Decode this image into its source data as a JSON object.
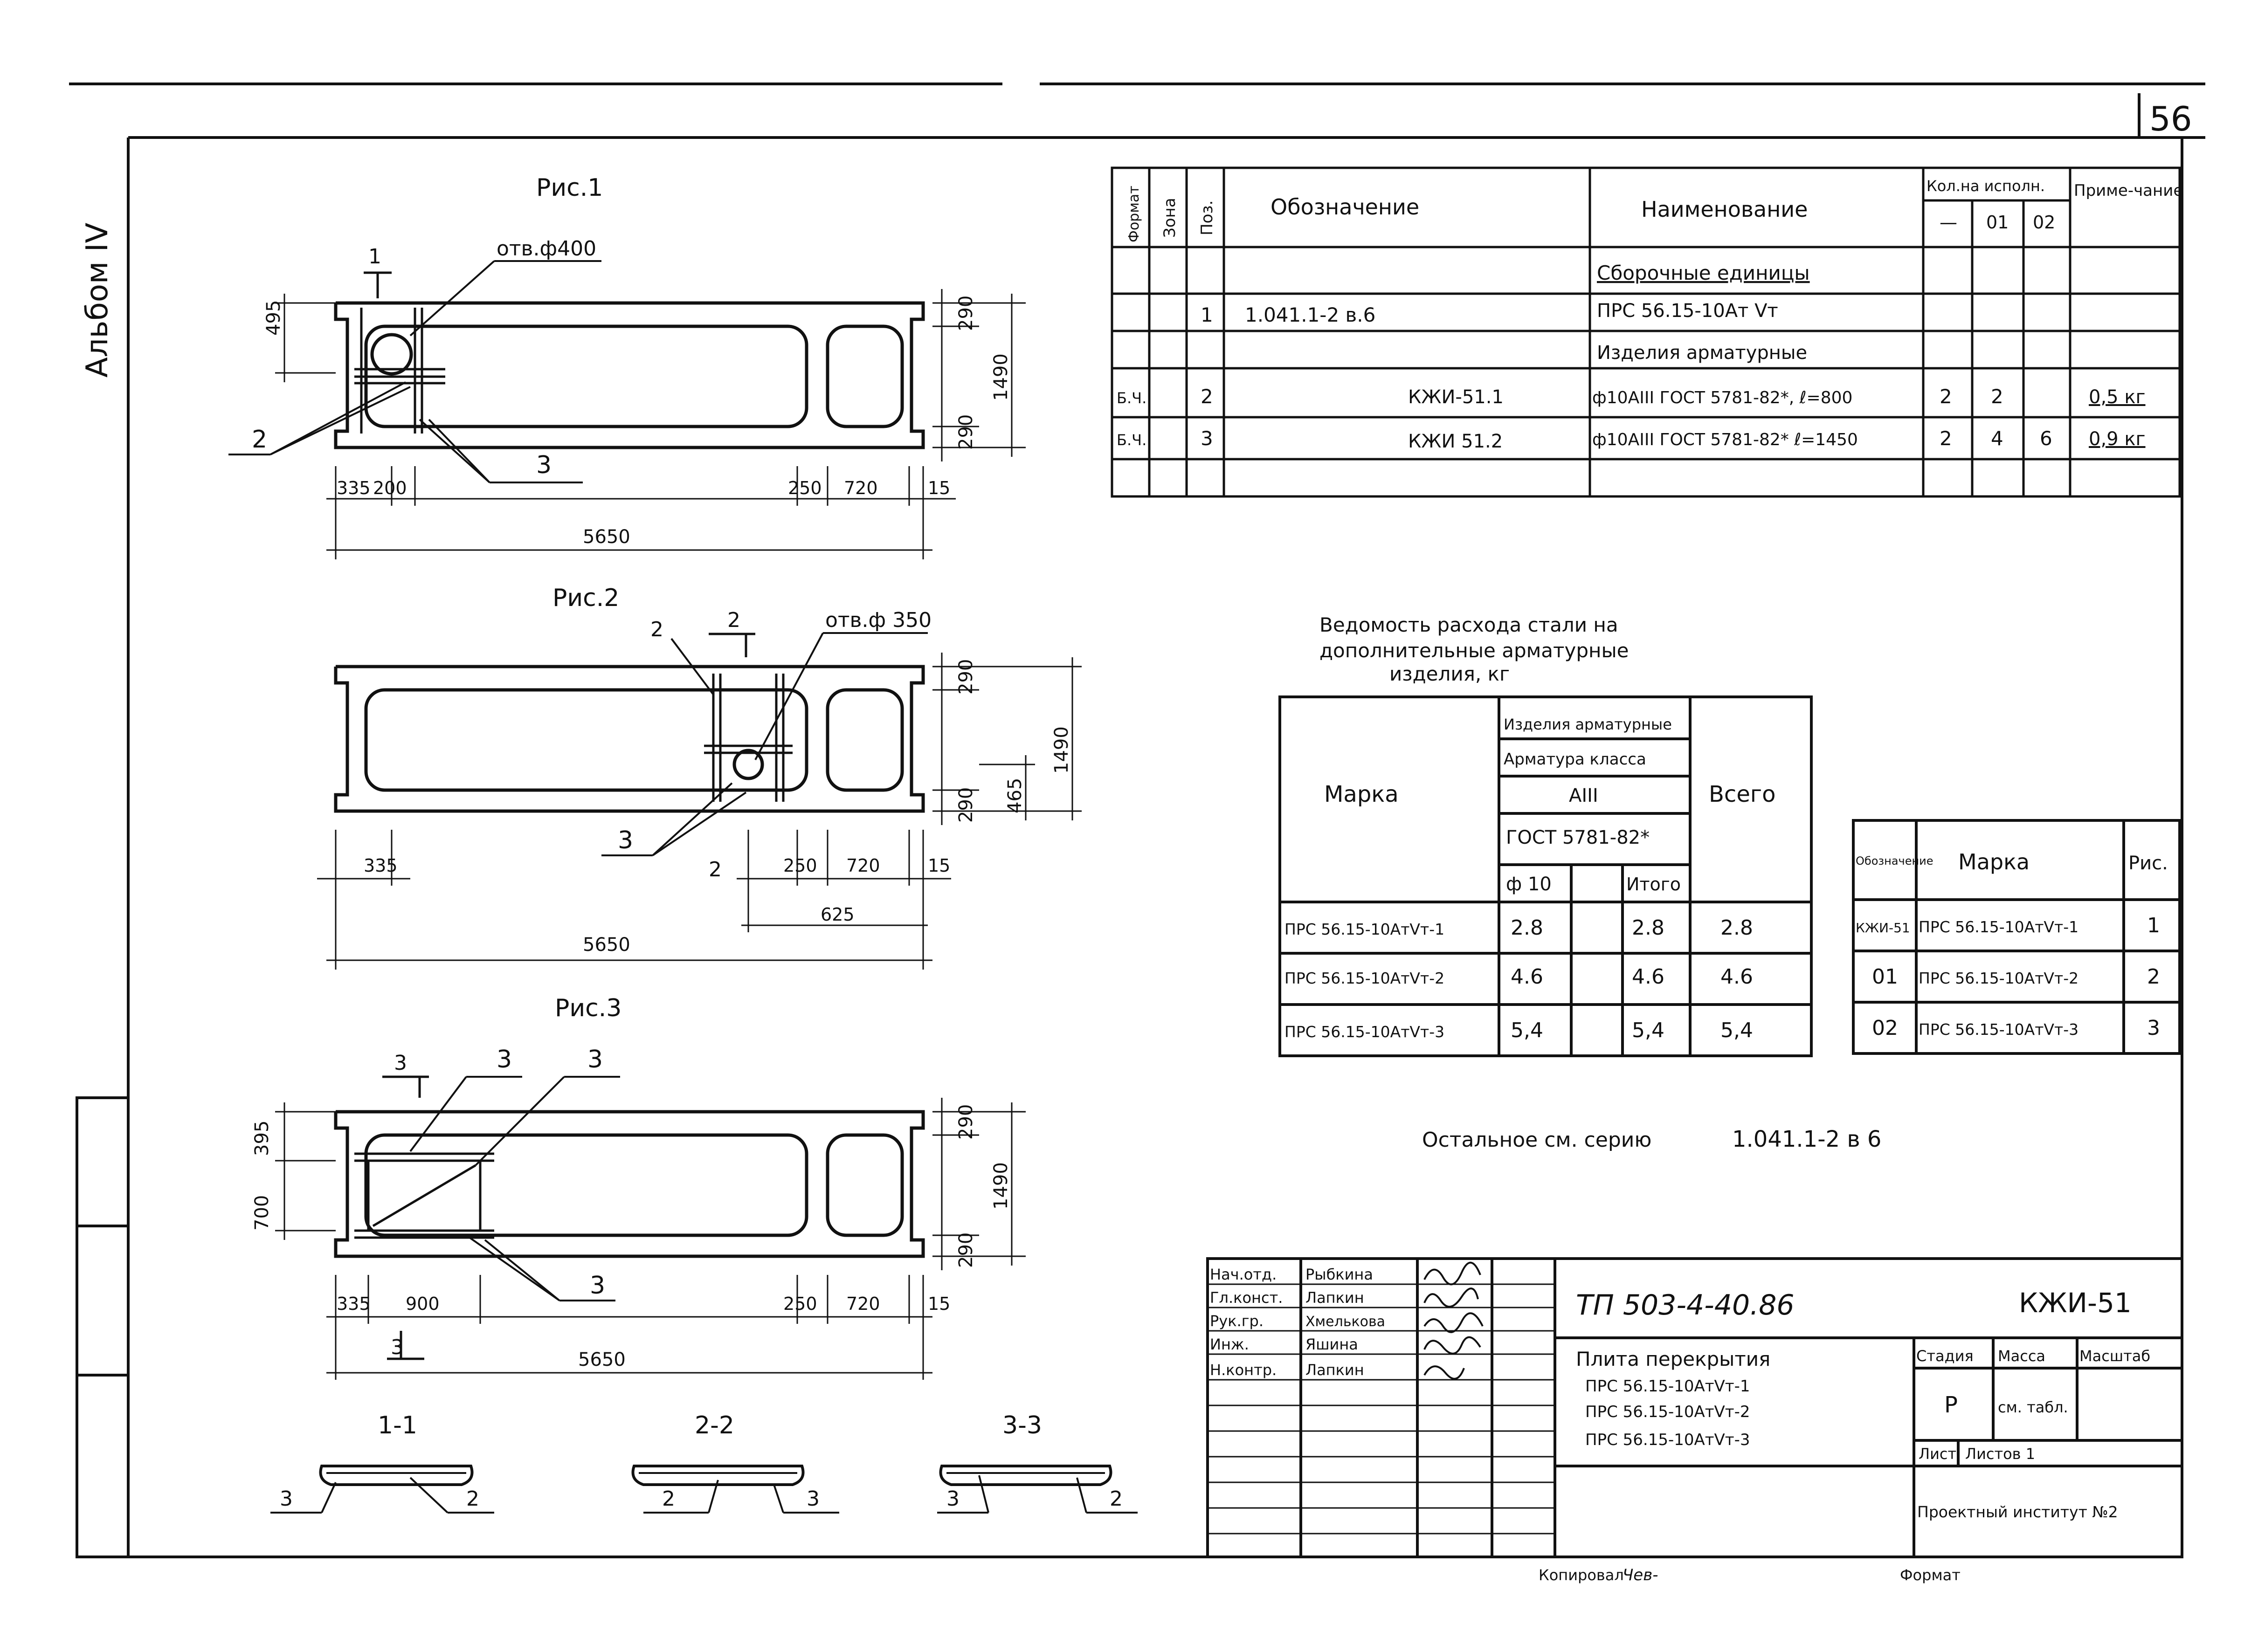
{
  "sheet": {
    "page_number": "56",
    "album_label": "Альбом IV",
    "copied_label": "Копировал",
    "copied_sign": "Чев-",
    "format_label": "Формат"
  },
  "figures": {
    "fig1": {
      "title": "Рис.1",
      "hole_label": "отв.ф400",
      "section_mark": "1",
      "dims": {
        "d495": "495",
        "d290a": "290",
        "d1490": "1490",
        "d290b": "290",
        "d335": "335",
        "d200": "200",
        "d250": "250",
        "d720": "720",
        "d15": "15",
        "d5650": "5650"
      },
      "callouts": {
        "pos2": "2",
        "pos3": "3"
      }
    },
    "fig2": {
      "title": "Рис.2",
      "hole_label": "отв.ф 350",
      "section_mark": "2",
      "dims": {
        "d290a": "290",
        "d1490": "1490",
        "d465": "465",
        "d290b": "290",
        "d335": "335",
        "d250": "250",
        "d720": "720",
        "d15": "15",
        "d625": "625",
        "d5650": "5650"
      },
      "callouts": {
        "pos2a": "2",
        "pos3": "3",
        "pos2b": "2"
      }
    },
    "fig3": {
      "title": "Рис.3",
      "section_mark": "3",
      "dims": {
        "d700": "700",
        "d395": "395",
        "d290a": "290",
        "d1490": "1490",
        "d290b": "290",
        "d335": "335",
        "d900": "900",
        "d250": "250",
        "d720": "720",
        "d15": "15",
        "d5650": "5650"
      },
      "callouts": {
        "pos3a": "3",
        "pos3b": "3",
        "pos3c": "3"
      }
    },
    "sections": [
      {
        "title": "1-1",
        "left_callout": "3",
        "right_callout": "2"
      },
      {
        "title": "2-2",
        "left_callout": "2",
        "right_callout": "3"
      },
      {
        "title": "3-3",
        "left_callout": "3",
        "right_callout": "2"
      }
    ]
  },
  "spec_table": {
    "headers": {
      "format": "Формат",
      "zone": "Зона",
      "pos": "Поз.",
      "designation": "Обозначение",
      "name": "Наименование",
      "qty_group": "Кол.на исполн.",
      "qty_dash": "—",
      "qty_01": "01",
      "qty_02": "02",
      "note": "Приме-чание"
    },
    "rows": [
      {
        "format": "",
        "zone": "",
        "pos": "",
        "designation": "",
        "name": "Сборочные единицы",
        "q0": "",
        "q1": "",
        "q2": "",
        "note": ""
      },
      {
        "format": "",
        "zone": "",
        "pos": "1",
        "designation": "1.041.1-2 в.6",
        "name": "ПРС 56.15-10Ат Vт",
        "q0": "",
        "q1": "",
        "q2": "",
        "note": ""
      },
      {
        "format": "",
        "zone": "",
        "pos": "",
        "designation": "",
        "name": "Изделия арматурные",
        "q0": "",
        "q1": "",
        "q2": "",
        "note": ""
      },
      {
        "format": "Б.Ч.",
        "zone": "",
        "pos": "2",
        "designation": "КЖИ-51.1",
        "name": "ф10АIII ГОСТ 5781-82*, ℓ=800",
        "q0": "2",
        "q1": "2",
        "q2": "",
        "note": "0,5 кг"
      },
      {
        "format": "Б.Ч.",
        "zone": "",
        "pos": "3",
        "designation": "КЖИ 51.2",
        "name": "ф10АIII ГОСТ 5781-82* ℓ=1450",
        "q0": "2",
        "q1": "4",
        "q2": "6",
        "note": "0,9 кг"
      },
      {
        "format": "",
        "zone": "",
        "pos": "",
        "designation": "",
        "name": "",
        "q0": "",
        "q1": "",
        "q2": "",
        "note": ""
      }
    ]
  },
  "steel_table": {
    "title_line1": "Ведомость расхода стали на",
    "title_line2": "дополнительные арматурные",
    "title_line3": "изделия, кг",
    "h_marka": "Марка",
    "h_izdelia": "Изделия арматурные",
    "h_klass": "Арматура класса",
    "h_aiii": "АIII",
    "h_gost": "ГОСТ 5781-82*",
    "h_f10": "ф 10",
    "h_itogo": "Итого",
    "h_vsego": "Всего",
    "rows": [
      {
        "marka": "ПРС 56.15-10АтVт-1",
        "f10": "2.8",
        "itogo": "2.8",
        "vsego": "2.8"
      },
      {
        "marka": "ПРС 56.15-10АтVт-2",
        "f10": "4.6",
        "itogo": "4.6",
        "vsego": "4.6"
      },
      {
        "marka": "ПРС 56.15-10АтVт-3",
        "f10": "5,4",
        "itogo": "5,4",
        "vsego": "5,4"
      }
    ]
  },
  "marks_table": {
    "h_oboz": "Обозначение",
    "h_marka": "Марка",
    "h_ris": "Рис.",
    "rows": [
      {
        "oboz": "КЖИ-51",
        "marka": "ПРС 56.15-10АтVт-1",
        "ris": "1"
      },
      {
        "oboz": "01",
        "marka": "ПРС 56.15-10АтVт-2",
        "ris": "2"
      },
      {
        "oboz": "02",
        "marka": "ПРС 56.15-10АтVт-3",
        "ris": "3"
      }
    ]
  },
  "note": {
    "text": "Остальное см. серию",
    "ref": "1.041.1-2 в 6"
  },
  "title_block": {
    "people": [
      {
        "role": "Нач.отд.",
        "name": "Рыбкина"
      },
      {
        "role": "Гл.конст.",
        "name": "Лапкин"
      },
      {
        "role": "Рук.гр.",
        "name": "Хмелькова"
      },
      {
        "role": "Инж.",
        "name": "Яшина"
      },
      {
        "role": "Н.контр.",
        "name": "Лапкин"
      }
    ],
    "doc_code": "ТП 503-4-40.86",
    "sheet_code": "КЖИ-51",
    "product_title": "Плита перекрытия",
    "product_lines": [
      "ПРС 56.15-10АтVт-1",
      "ПРС 56.15-10АтVт-2",
      "ПРС 56.15-10АтVт-3"
    ],
    "stage_label": "Стадия",
    "mass_label": "Масса",
    "scale_label": "Масштаб",
    "stage_value": "Р",
    "mass_value": "см. табл.",
    "sheet_label": "Лист",
    "sheets_label": "Листов 1",
    "institute": "Проектный институт №2"
  }
}
